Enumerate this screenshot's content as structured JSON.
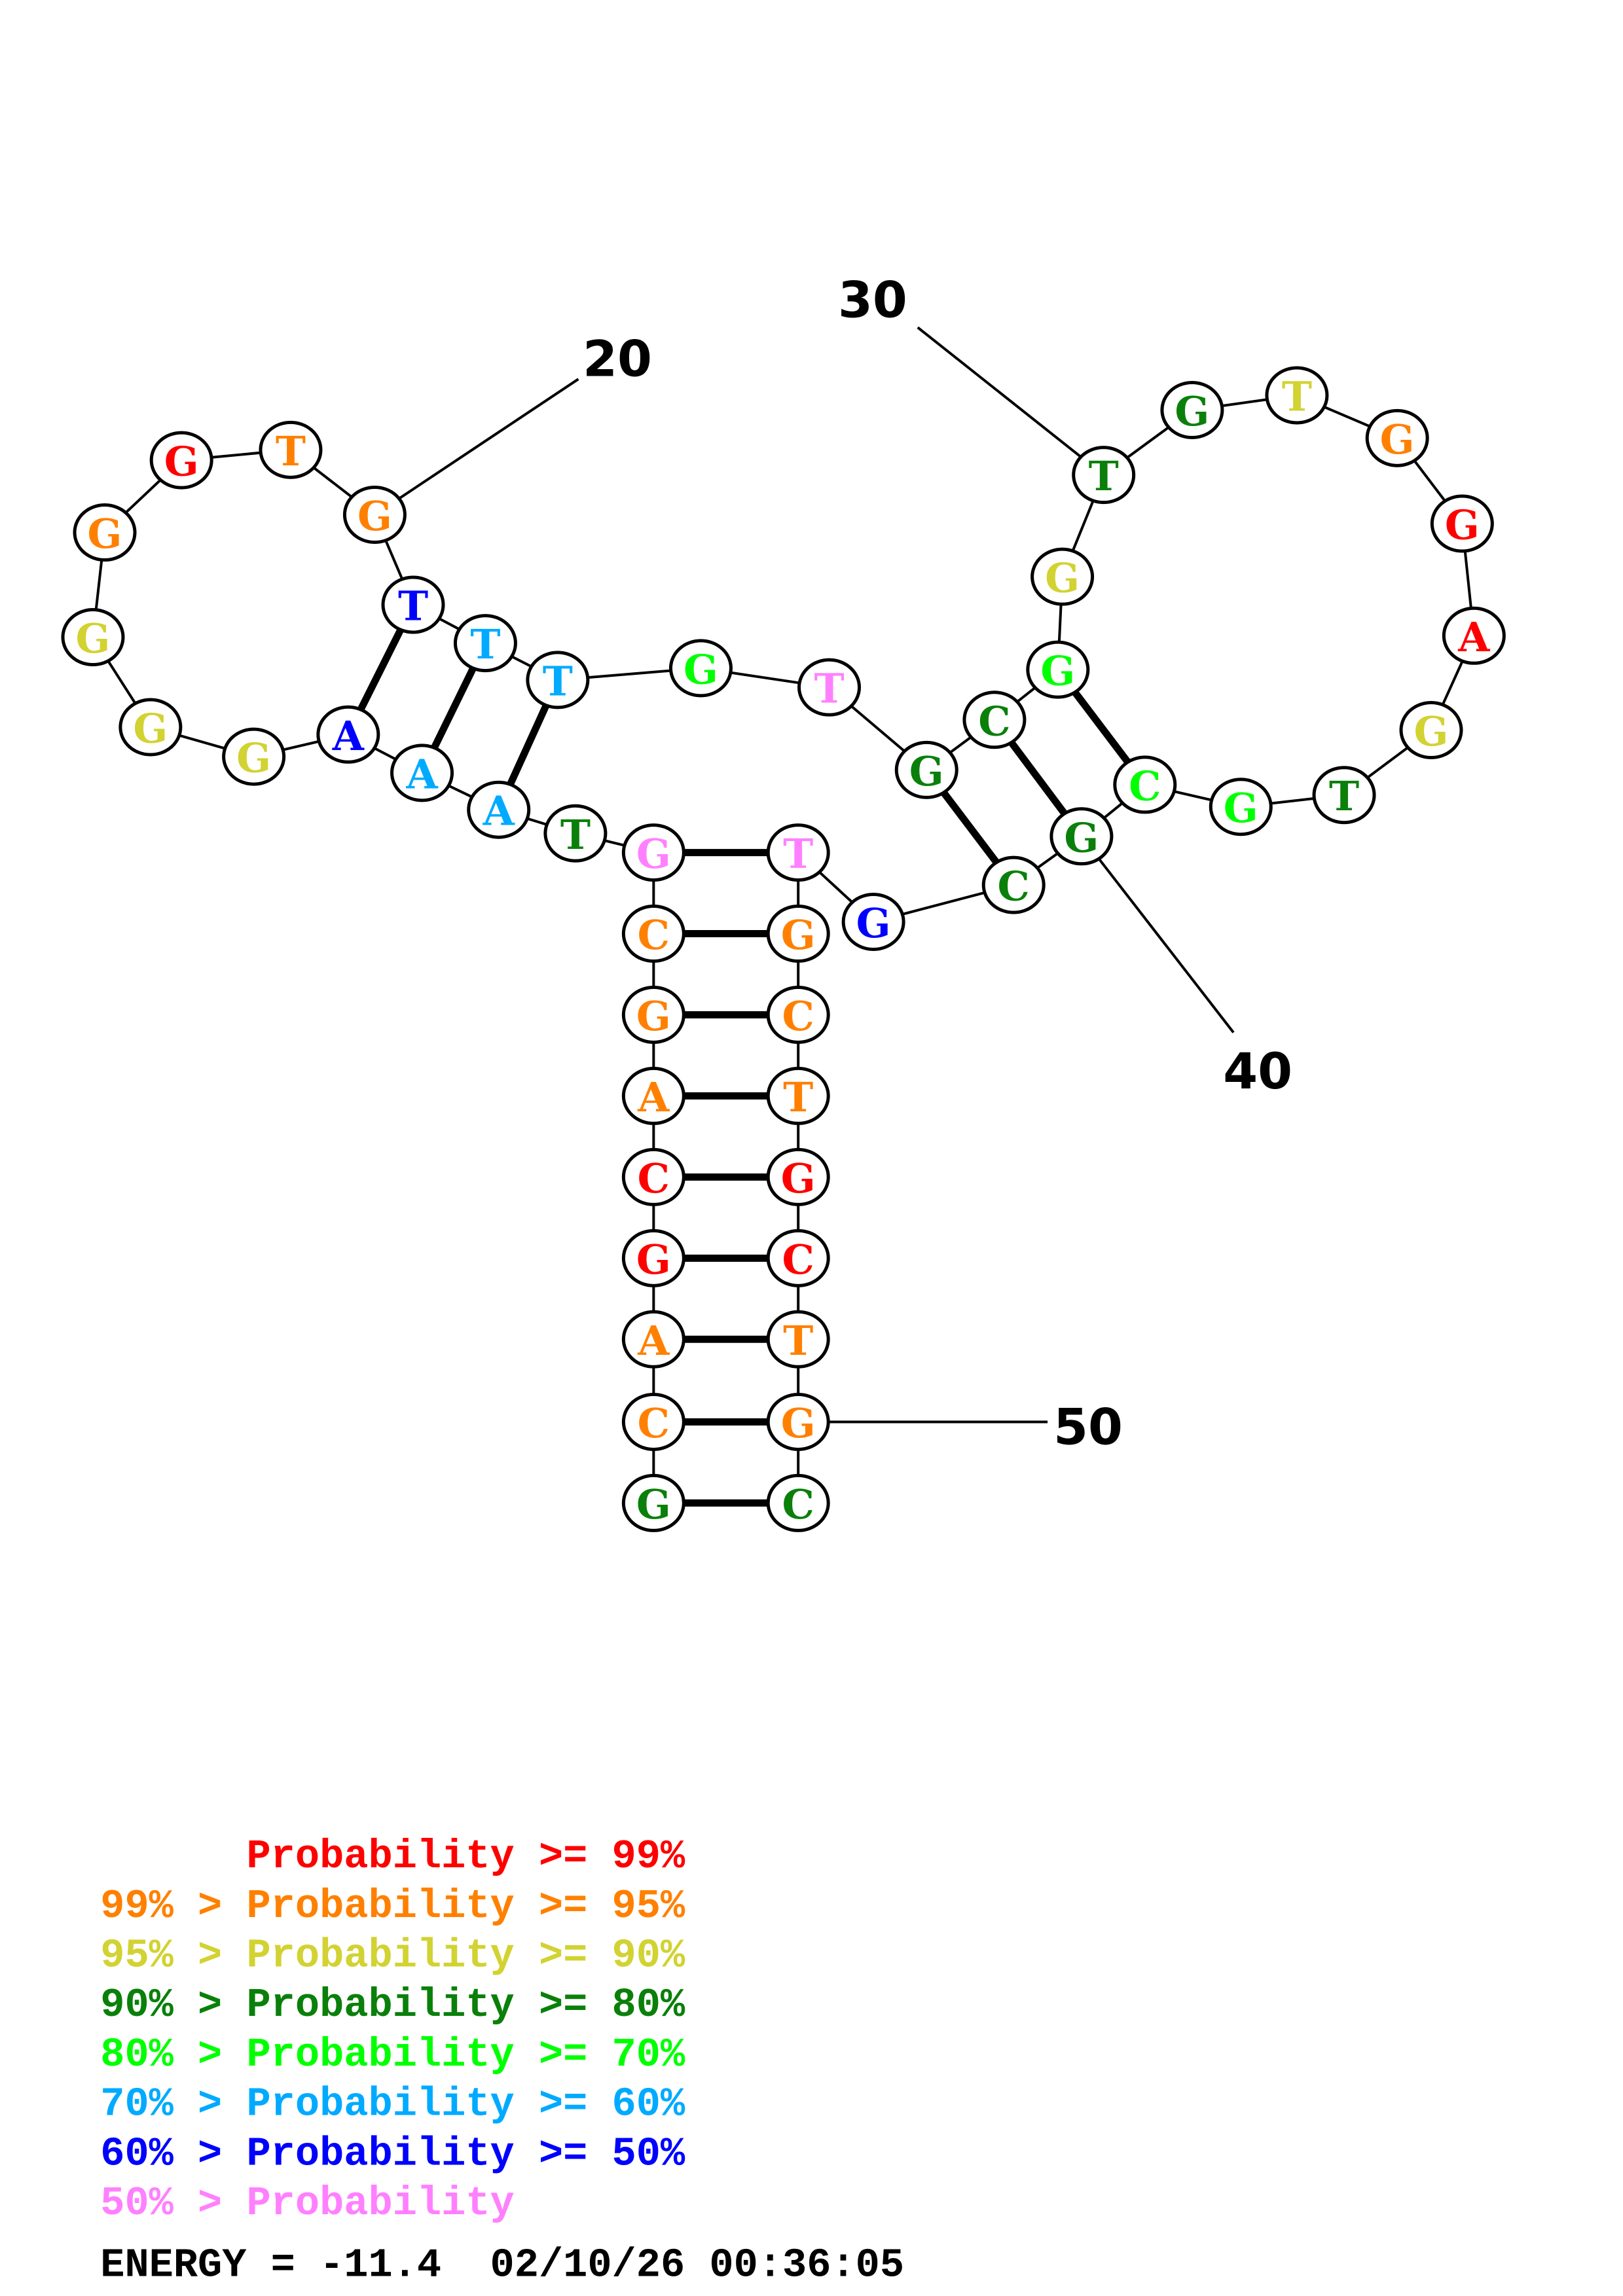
{
  "title": "RNA secondary structure diagram",
  "palette": {
    "p99": "#ff0000",
    "p95": "#ff8000",
    "p90": "#d2d232",
    "p80": "#0a800a",
    "p70": "#00ff00",
    "p60": "#00aaff",
    "p50": "#0000ff",
    "plow": "#ff80ff"
  },
  "sequence": [
    {
      "base": "G",
      "prob": "p80"
    },
    {
      "base": "C",
      "prob": "p95"
    },
    {
      "base": "A",
      "prob": "p95"
    },
    {
      "base": "G",
      "prob": "p99"
    },
    {
      "base": "C",
      "prob": "p99"
    },
    {
      "base": "A",
      "prob": "p95"
    },
    {
      "base": "G",
      "prob": "p95"
    },
    {
      "base": "C",
      "prob": "p95"
    },
    {
      "base": "G",
      "prob": "plow"
    },
    {
      "base": "T",
      "prob": "p80"
    },
    {
      "base": "A",
      "prob": "p60"
    },
    {
      "base": "A",
      "prob": "p60"
    },
    {
      "base": "A",
      "prob": "p50"
    },
    {
      "base": "G",
      "prob": "p90"
    },
    {
      "base": "G",
      "prob": "p90"
    },
    {
      "base": "G",
      "prob": "p90"
    },
    {
      "base": "G",
      "prob": "p95"
    },
    {
      "base": "G",
      "prob": "p99"
    },
    {
      "base": "T",
      "prob": "p95"
    },
    {
      "base": "G",
      "prob": "p95"
    },
    {
      "base": "T",
      "prob": "p50"
    },
    {
      "base": "T",
      "prob": "p60"
    },
    {
      "base": "T",
      "prob": "p60"
    },
    {
      "base": "G",
      "prob": "p70"
    },
    {
      "base": "T",
      "prob": "plow"
    },
    {
      "base": "G",
      "prob": "p80"
    },
    {
      "base": "C",
      "prob": "p80"
    },
    {
      "base": "G",
      "prob": "p70"
    },
    {
      "base": "G",
      "prob": "p90"
    },
    {
      "base": "T",
      "prob": "p80"
    },
    {
      "base": "G",
      "prob": "p80"
    },
    {
      "base": "T",
      "prob": "p90"
    },
    {
      "base": "G",
      "prob": "p95"
    },
    {
      "base": "G",
      "prob": "p99"
    },
    {
      "base": "A",
      "prob": "p99"
    },
    {
      "base": "G",
      "prob": "p90"
    },
    {
      "base": "T",
      "prob": "p80"
    },
    {
      "base": "G",
      "prob": "p70"
    },
    {
      "base": "C",
      "prob": "p70"
    },
    {
      "base": "G",
      "prob": "p80"
    },
    {
      "base": "C",
      "prob": "p80"
    },
    {
      "base": "G",
      "prob": "p50"
    },
    {
      "base": "T",
      "prob": "plow"
    },
    {
      "base": "G",
      "prob": "p95"
    },
    {
      "base": "C",
      "prob": "p95"
    },
    {
      "base": "T",
      "prob": "p95"
    },
    {
      "base": "G",
      "prob": "p99"
    },
    {
      "base": "C",
      "prob": "p99"
    },
    {
      "base": "T",
      "prob": "p95"
    },
    {
      "base": "G",
      "prob": "p95"
    },
    {
      "base": "C",
      "prob": "p80"
    }
  ],
  "pairs": [
    [
      1,
      51
    ],
    [
      2,
      50
    ],
    [
      3,
      49
    ],
    [
      4,
      48
    ],
    [
      5,
      47
    ],
    [
      6,
      46
    ],
    [
      7,
      45
    ],
    [
      8,
      44
    ],
    [
      9,
      43
    ],
    [
      13,
      21
    ],
    [
      12,
      22
    ],
    [
      11,
      23
    ],
    [
      26,
      41
    ],
    [
      27,
      40
    ],
    [
      28,
      39
    ]
  ],
  "position_labels": [
    {
      "index": 20,
      "text": "20"
    },
    {
      "index": 30,
      "text": "30"
    },
    {
      "index": 40,
      "text": "40"
    },
    {
      "index": 50,
      "text": "50"
    }
  ],
  "legend": [
    {
      "prob": "p99",
      "text": "      Probability >= 99%"
    },
    {
      "prob": "p95",
      "text": "99% > Probability >= 95%"
    },
    {
      "prob": "p90",
      "text": "95% > Probability >= 90%"
    },
    {
      "prob": "p80",
      "text": "90% > Probability >= 80%"
    },
    {
      "prob": "p70",
      "text": "80% > Probability >= 70%"
    },
    {
      "prob": "p60",
      "text": "70% > Probability >= 60%"
    },
    {
      "prob": "p50",
      "text": "60% > Probability >= 50%"
    },
    {
      "prob": "plow",
      "text": "50% > Probability"
    }
  ],
  "footer": {
    "energy": "ENERGY = -11.4  02/10/26 00:36:05"
  }
}
